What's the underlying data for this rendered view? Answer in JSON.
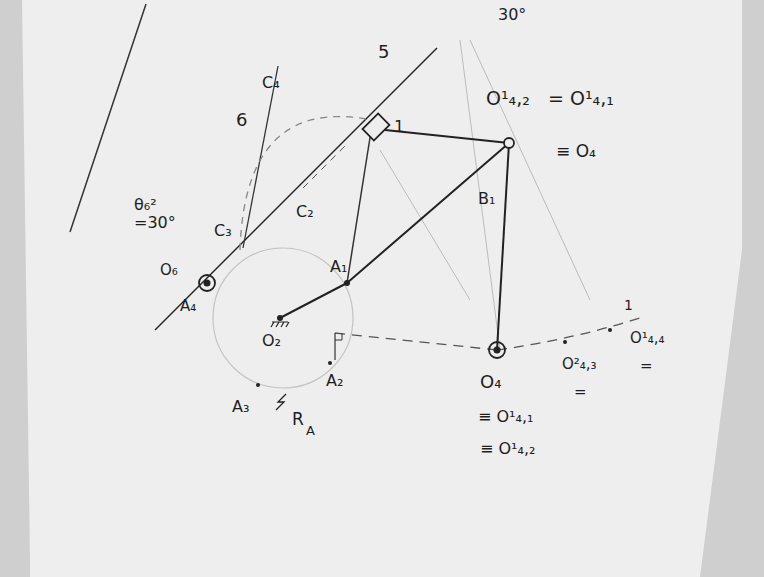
{
  "diagram": {
    "labels": [
      "30°",
      "5",
      "6",
      "C₄",
      "1",
      "O¹₄,₂",
      "= O¹₄,₁",
      "≡ O₄",
      "B₁",
      "C₂",
      "θ₆² =30°",
      "C₃",
      "O₆",
      "A₄",
      "O₂",
      "A₁",
      "A₂",
      "A₃",
      "R",
      "A",
      "O₄",
      "≡ O¹₄,₁",
      "≡ O¹₄,₂",
      "O²₄,₃",
      "=",
      "1",
      "O¹₄,₄",
      "="
    ]
  }
}
